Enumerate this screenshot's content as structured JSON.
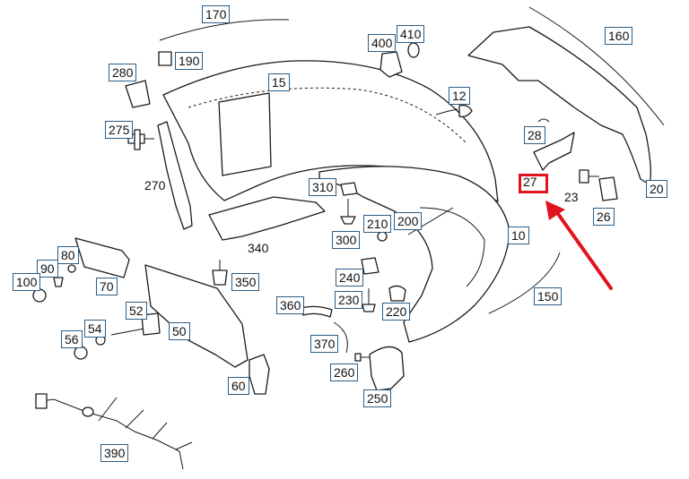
{
  "labels": {
    "l10": "10",
    "l12": "12",
    "l15": "15",
    "l20": "20",
    "l23": "23",
    "l26": "26",
    "l27": "27",
    "l28": "28",
    "l50": "50",
    "l52": "52",
    "l54": "54",
    "l56": "56",
    "l60": "60",
    "l70": "70",
    "l80": "80",
    "l90": "90",
    "l100": "100",
    "l150": "150",
    "l160": "160",
    "l170": "170",
    "l190": "190",
    "l200": "200",
    "l210": "210",
    "l220": "220",
    "l230": "230",
    "l240": "240",
    "l250": "250",
    "l260": "260",
    "l270": "270",
    "l275": "275",
    "l280": "280",
    "l300": "300",
    "l310": "310",
    "l340": "340",
    "l350": "350",
    "l360": "360",
    "l370": "370",
    "l390": "390",
    "l400": "400",
    "l410": "410"
  },
  "highlight_color": "#e0131f",
  "label_border_color": "#2b5d86"
}
